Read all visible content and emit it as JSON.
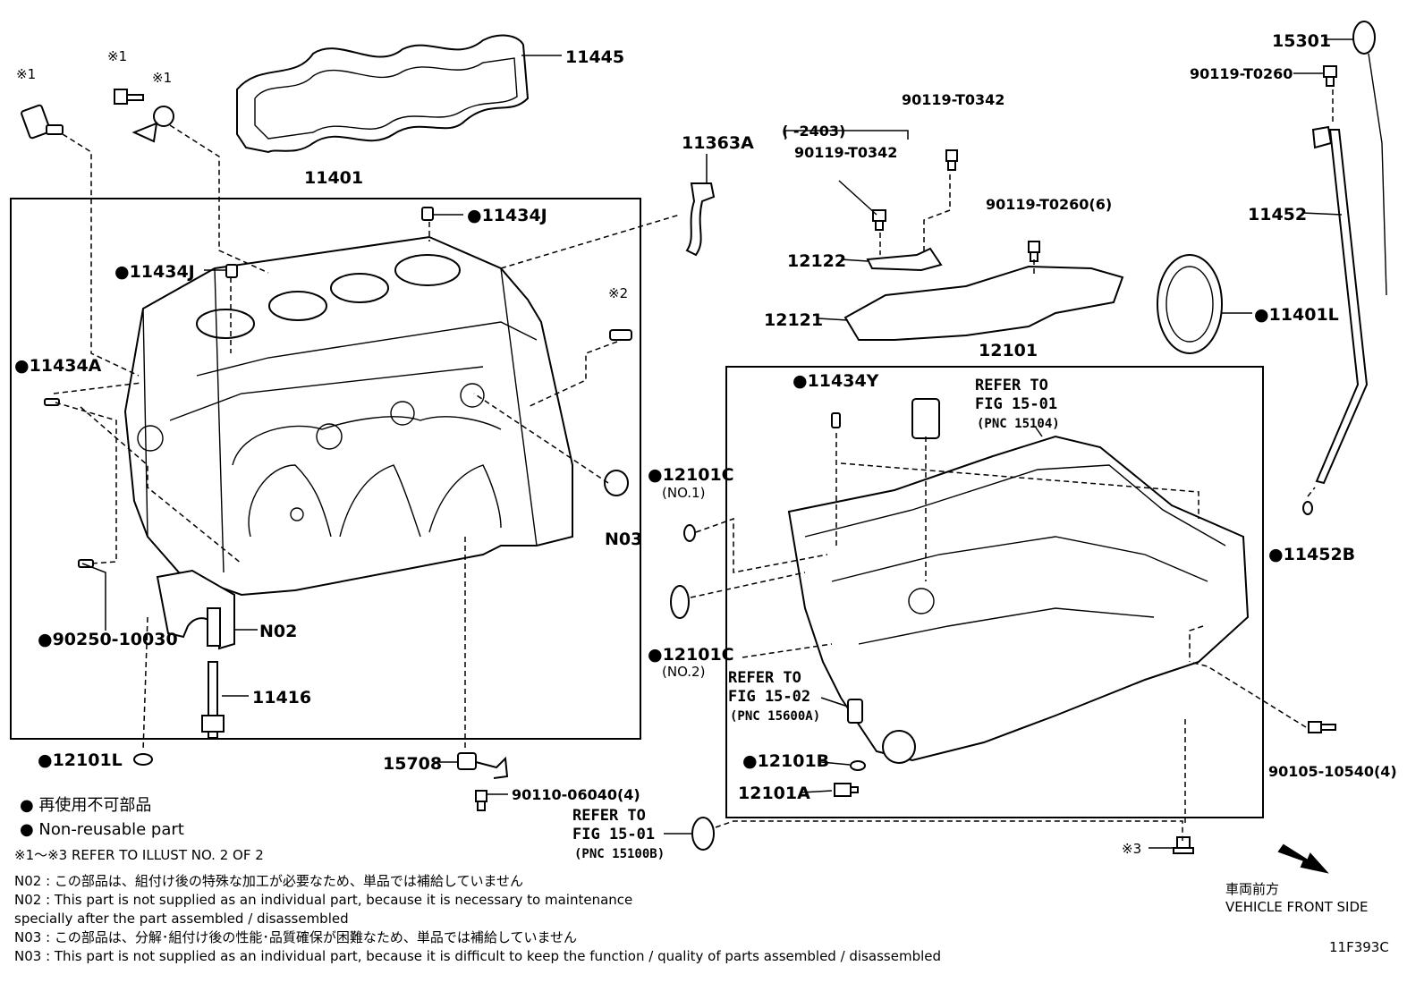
{
  "labels": {
    "p11445": "11445",
    "p11401": "11401",
    "p11434J_top": "●11434J",
    "p11434J_left": "●11434J",
    "p11434A": "●11434A",
    "p90250": "●90250-10030",
    "pN02": "N02",
    "p11416": "11416",
    "p12101L": "●12101L",
    "pN03": "N03",
    "p15708": "15708",
    "p90110": "90110-06040(4)",
    "p11363A": "11363A",
    "p90119_T0342_a": "90119-T0342",
    "p2403": "(      -2403)",
    "p90119_T0342_b": "90119-T0342",
    "p90119_T0260_6": "90119-T0260(6)",
    "p12122": "12122",
    "p12121": "12121",
    "p12101": "12101",
    "p15301": "15301",
    "p90119_T0260": "90119-T0260",
    "p11452": "11452",
    "p11401L": "●11401L",
    "p11452B": "●11452B",
    "p11434Y": "●11434Y",
    "p12101C_1": "●12101C",
    "p12101C_1_sub": "(NO.1)",
    "p12101C_2": "●12101C",
    "p12101C_2_sub": "(NO.2)",
    "p12101B": "●12101B",
    "p12101A": "12101A",
    "p90105": "90105-10540(4)",
    "s1_a": "※1",
    "s1_b": "※1",
    "s1_c": "※1",
    "s2": "※2",
    "s3": "※3",
    "refer1_l1": "REFER TO",
    "refer1_l2": "FIG 15-01",
    "refer1_l3": "(PNC 15104)",
    "refer2_l1": "REFER TO",
    "refer2_l2": "FIG 15-02",
    "refer2_l3": "(PNC 15600A)",
    "refer3_l1": "REFER TO",
    "refer3_l2": "FIG 15-01",
    "refer3_l3": "(PNC 15100B)"
  },
  "legend": {
    "jp": "● 再使用不可部品",
    "en": "● Non-reusable part",
    "refer": "※1～※3  REFER TO ILLUST NO. 2 OF 2"
  },
  "notes": [
    "N02 : この部品は、組付け後の特殊な加工が必要なため、単品では補給していません",
    "N02 : This part is not supplied as an individual part, because it is necessary to maintenance",
    "         specially after the part assembled / disassembled",
    "N03 : この部品は、分解･組付け後の性能･品質確保が困難なため、単品では補給していません",
    "N03 : This part is not supplied as an individual part, because it is difficult to keep the function / quality of parts  assembled / disassembled"
  ],
  "front": {
    "jp": "車両前方",
    "en": "VEHICLE FRONT SIDE"
  },
  "code": "11F393C"
}
